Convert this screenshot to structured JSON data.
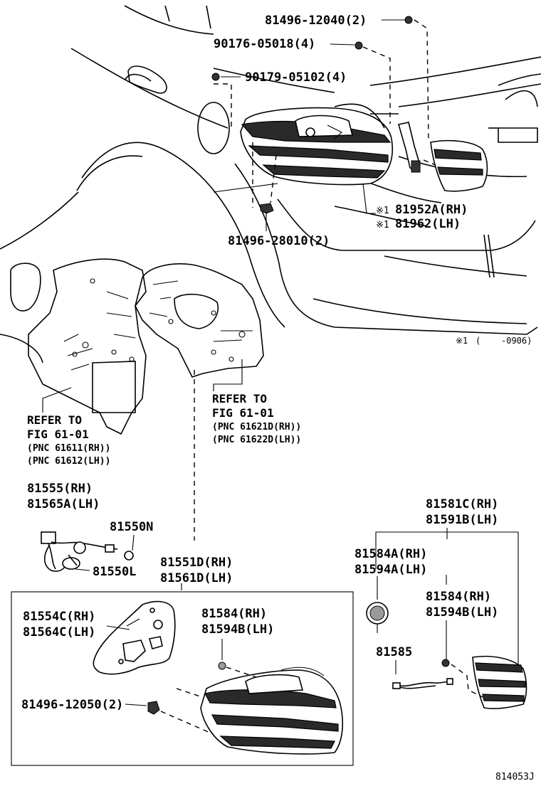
{
  "diagram_id": "814053J",
  "footnote": {
    "marker": "※1",
    "open_paren": "(",
    "range": "-0906)"
  },
  "labels": {
    "nut_12040": "81496-12040(2)",
    "bolt_05018": "90176-05018(4)",
    "nut_05102": "90179-05102(4)",
    "nut_28010": "81496-28010(2)",
    "cover_rh": "81952A(RH)",
    "cover_lh": "81962(LH)",
    "refer_rear_line1": "REFER TO",
    "refer_rear_line2": "FIG 61-01",
    "refer_rear_pnc1": "(PNC 61621D(RH))",
    "refer_rear_pnc2": "(PNC 61622D(LH))",
    "refer_left_line1": "REFER TO",
    "refer_left_line2": "FIG 61-01",
    "refer_left_pnc1": "(PNC 61611(RH))",
    "refer_left_pnc2": "(PNC 61612(LH))",
    "socket_rh": "81555(RH)",
    "socket_lh": "81565A(LH)",
    "bulb_n": "81550N",
    "bulb_l": "81550L",
    "lamp_rh": "81551D(RH)",
    "lamp_lh": "81561D(LH)",
    "gasket_rh": "81554C(RH)",
    "gasket_lh": "81564C(LH)",
    "inner_nut_rh": "81584(RH)",
    "inner_nut_lh": "81594B(LH)",
    "screw_12050": "81496-12050(2)",
    "rear_lamp_rh": "81581C(RH)",
    "rear_lamp_lh": "81591B(LH)",
    "seal_rh": "81584A(RH)",
    "seal_lh": "81594A(LH)",
    "right_nut_rh": "81584(RH)",
    "right_nut_lh": "81594B(LH)",
    "wire_85": "81585"
  }
}
